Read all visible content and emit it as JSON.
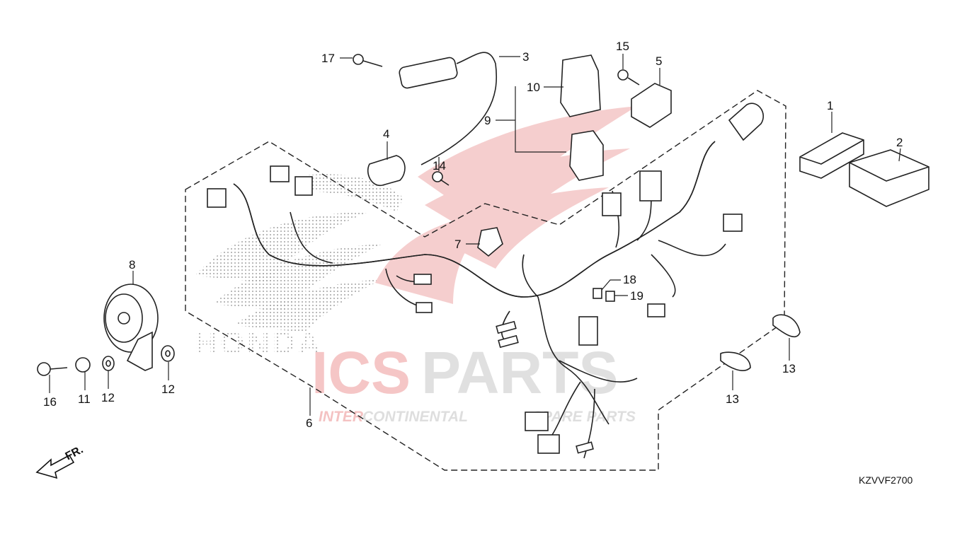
{
  "watermark": {
    "brand_left": "ICS",
    "brand_right": "PARTS",
    "tagline_a": "INTER",
    "tagline_b": "CONTINENTAL",
    "tagline_c": "SPARE PARTS",
    "logo_text": "HONDA",
    "brand_color": "#e2272a",
    "gray_color": "#c8c8c8"
  },
  "callouts": [
    "1",
    "2",
    "3",
    "4",
    "5",
    "6",
    "7",
    "8",
    "9",
    "10",
    "11",
    "12",
    "12",
    "13",
    "13",
    "14",
    "15",
    "16",
    "17",
    "18",
    "19"
  ],
  "direction": {
    "label": "FR."
  },
  "diagram_code": "KZVVF2700"
}
